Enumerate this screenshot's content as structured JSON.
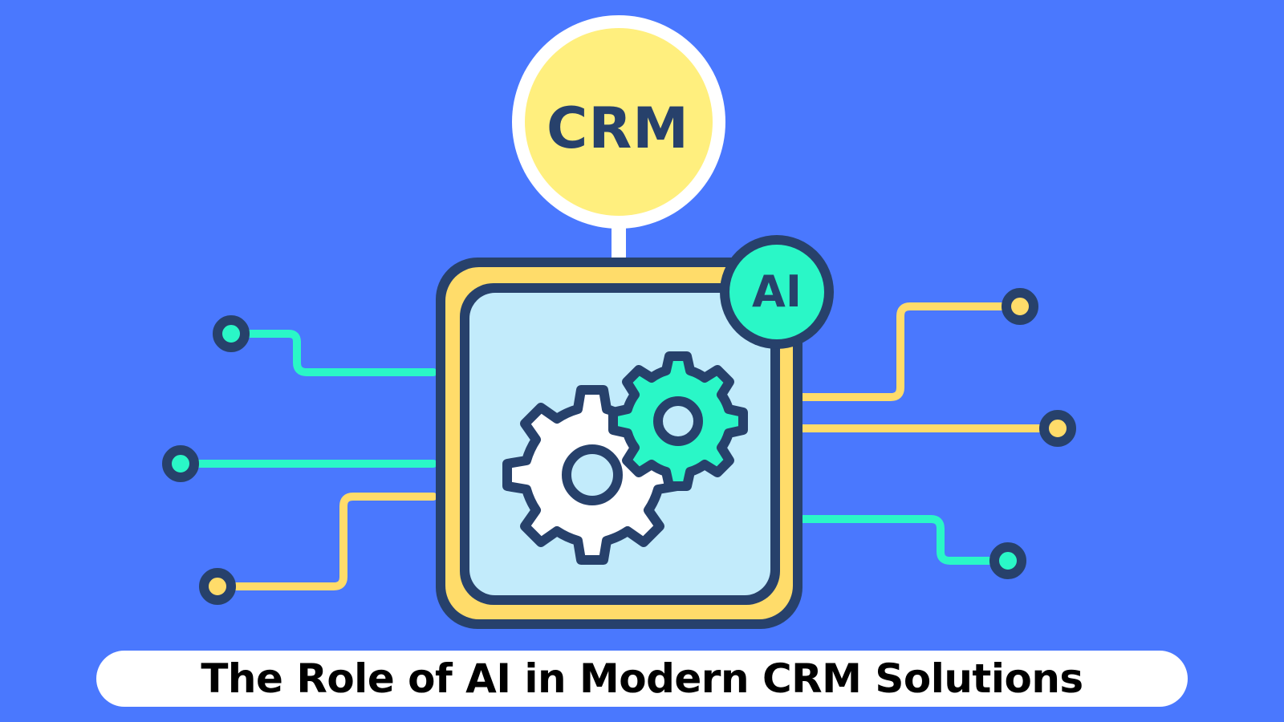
{
  "illustration": {
    "crm_badge": {
      "label": "CRM"
    },
    "ai_badge": {
      "label": "AI"
    },
    "icon": "gears-icon",
    "circuit_lines": {
      "left": [
        {
          "color": "teal",
          "end": "node"
        },
        {
          "color": "teal",
          "end": "node"
        },
        {
          "color": "yellow",
          "end": "node"
        }
      ],
      "right": [
        {
          "color": "yellow",
          "end": "node"
        },
        {
          "color": "yellow",
          "end": "node"
        },
        {
          "color": "teal",
          "end": "node"
        }
      ]
    }
  },
  "title": {
    "text": "The Role of AI in Modern CRM Solutions"
  },
  "colors": {
    "background": "#4A78FE",
    "navy": "#27416B",
    "yellow": "#FFDC6A",
    "light_yellow": "#FFEF7E",
    "teal": "#2AF7C7",
    "light_blue": "#C2EBFB",
    "white": "#FFFFFF"
  }
}
